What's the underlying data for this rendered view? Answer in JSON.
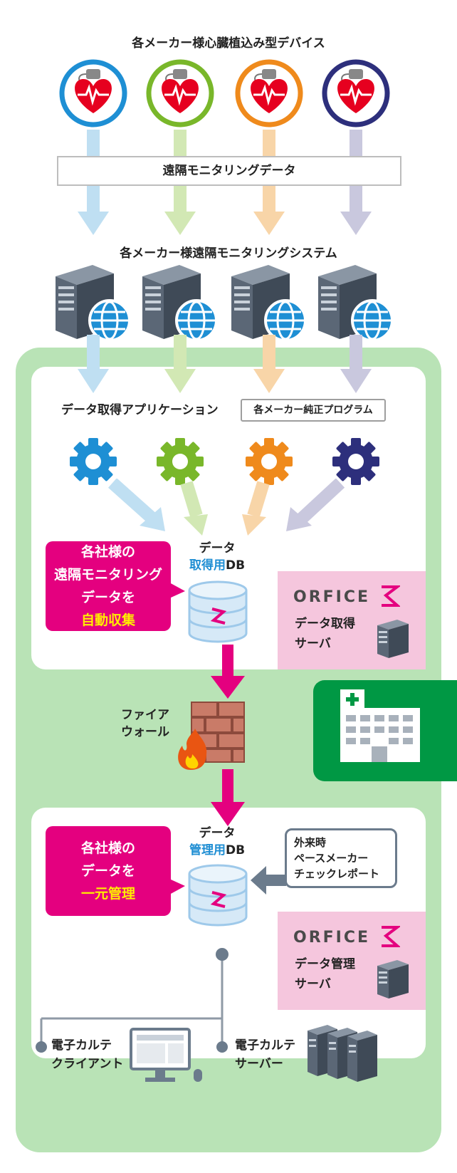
{
  "devices_title": "各メーカー様心臓植込み型デバイス",
  "remote_data_label": "遠隔モニタリングデータ",
  "systems_title": "各メーカー様遠隔モニタリングシステム",
  "app_label": "データ取得アプリケーション",
  "vendor_badge": "各メーカー純正プログラム",
  "callout1": {
    "line1": "各社様の",
    "line2": "遠隔モニタリング",
    "line3": "データを",
    "highlight": "自動収集"
  },
  "db1": {
    "line1": "データ",
    "accent": "取得用",
    "suffix": "DB"
  },
  "server1": {
    "logo": "ORFICE",
    "line1": "データ取得",
    "line2": "サーバ"
  },
  "firewall": {
    "line1": "ファイア",
    "line2": "ウォール"
  },
  "callout2": {
    "line1": "各社様の",
    "line2": "データを",
    "highlight": "一元管理"
  },
  "db2": {
    "line1": "データ",
    "accent": "管理用",
    "suffix": "DB"
  },
  "report": {
    "line1": "外来時",
    "line2": "ペースメーカー",
    "line3": "チェックレポート"
  },
  "server2": {
    "logo": "ORFICE",
    "line1": "データ管理",
    "line2": "サーバ"
  },
  "emr_client": {
    "line1": "電子カルテ",
    "line2": "クライアント"
  },
  "emr_server": {
    "line1": "電子カルテ",
    "line2": "サーバー"
  },
  "colors": {
    "blue": "#1e8fd4",
    "green": "#79b72a",
    "orange": "#ef8a1c",
    "navy": "#2d2f7c",
    "magenta": "#e4007f",
    "light_green": "#b9e3b6",
    "hospital_green": "#009844"
  }
}
